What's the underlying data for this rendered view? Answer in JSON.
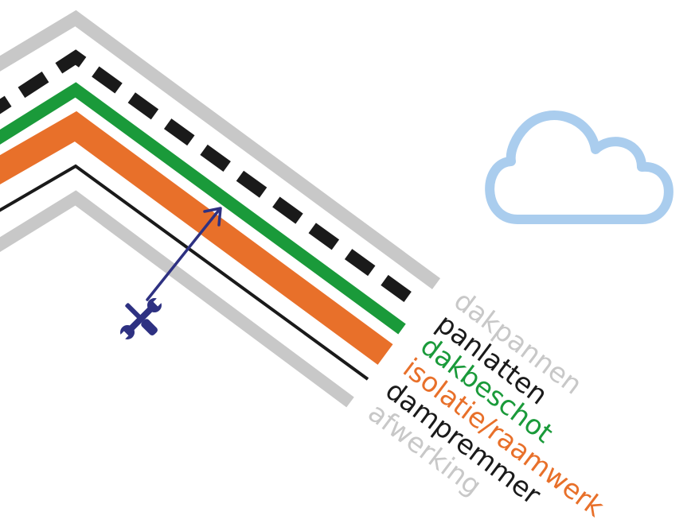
{
  "layers": [
    {
      "id": "dakpannen",
      "label": "dakpannen",
      "color": "#c8c8c8"
    },
    {
      "id": "panlatten",
      "label": "panlatten",
      "color": "#1a1a1a"
    },
    {
      "id": "dakbeschot",
      "label": "dakbeschot",
      "color": "#1a9a3a"
    },
    {
      "id": "isolatie",
      "label": "isolatie/raamwerk",
      "color": "#e8702a"
    },
    {
      "id": "dampremmer",
      "label": "dampremmer",
      "color": "#1a1a1a"
    },
    {
      "id": "afwerking",
      "label": "afwerking",
      "color": "#c8c8c8"
    }
  ],
  "icons": {
    "cloud": {
      "name": "cloud-icon",
      "color": "#aacdee"
    },
    "tools": {
      "name": "tools-icon",
      "color": "#2e3182"
    }
  }
}
